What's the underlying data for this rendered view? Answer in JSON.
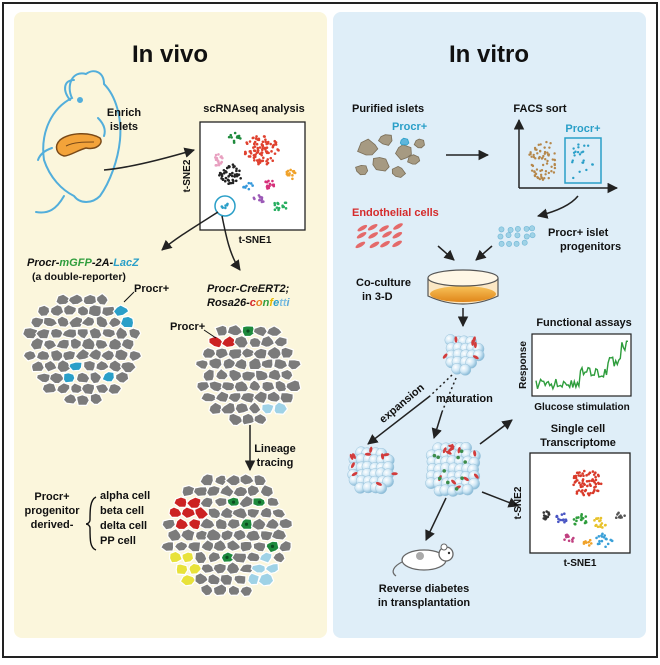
{
  "panels": {
    "left_title": "In vivo",
    "right_title": "In vitro"
  },
  "in_vivo": {
    "enrich": [
      "Enrich",
      "islets"
    ],
    "scrnaseq_title": "scRNAseq analysis",
    "tsne_x": "t-SNE1",
    "tsne_y": "t-SNE2",
    "reporter_parts": [
      "Procr-",
      "mGFP",
      "-2A-",
      "LacZ"
    ],
    "reporter_note": "(a double-reporter)",
    "procr_label_1": "Procr+",
    "cre_line": "Procr-CreERT2;",
    "rosa_prefix": "Rosa26-",
    "confetti_letters": [
      "c",
      "o",
      "n",
      "f",
      "e",
      "t",
      "t",
      "i"
    ],
    "procr_label_2": "Procr+",
    "lineage": [
      "Lineage",
      "tracing"
    ],
    "derived_heading": [
      "Procr+",
      "progenitor",
      "derived-"
    ],
    "cell_types": [
      "alpha cell",
      "beta cell",
      "delta cell",
      "PP cell"
    ]
  },
  "in_vitro": {
    "purified": "Purified islets",
    "procr_plus": "Procr+",
    "facs": "FACS sort",
    "facs_gate_label": "Procr+",
    "endothelial": "Endothelial cells",
    "progenitors": [
      "Procr+ islet",
      "progenitors"
    ],
    "coculture": [
      "Co-culture",
      "in 3-D"
    ],
    "functional": "Functional assays",
    "response": "Response",
    "glucose": "Glucose stimulation",
    "expansion": "expansion",
    "maturation": "maturation",
    "single_cell": [
      "Single cell",
      "Transcriptome"
    ],
    "tsne_x": "t-SNE1",
    "tsne_y": "t-SNE2",
    "reverse": [
      "Reverse diabetes",
      "in transplantation"
    ]
  },
  "colors": {
    "left_bg": "#fbf6dc",
    "right_bg": "#dfeef8",
    "procr_blue": "#2a9fc8",
    "gfp_green": "#2e9d3c",
    "endothelial_red": "#d52b2b",
    "alpha_red": "#cc2222",
    "beta_green": "#1e8a3c",
    "delta_yellow": "#e8e23a",
    "pp_blue": "#9fd2e6",
    "islet_grey": "#7b7b7b",
    "culture_orange": "#f0a22a"
  }
}
